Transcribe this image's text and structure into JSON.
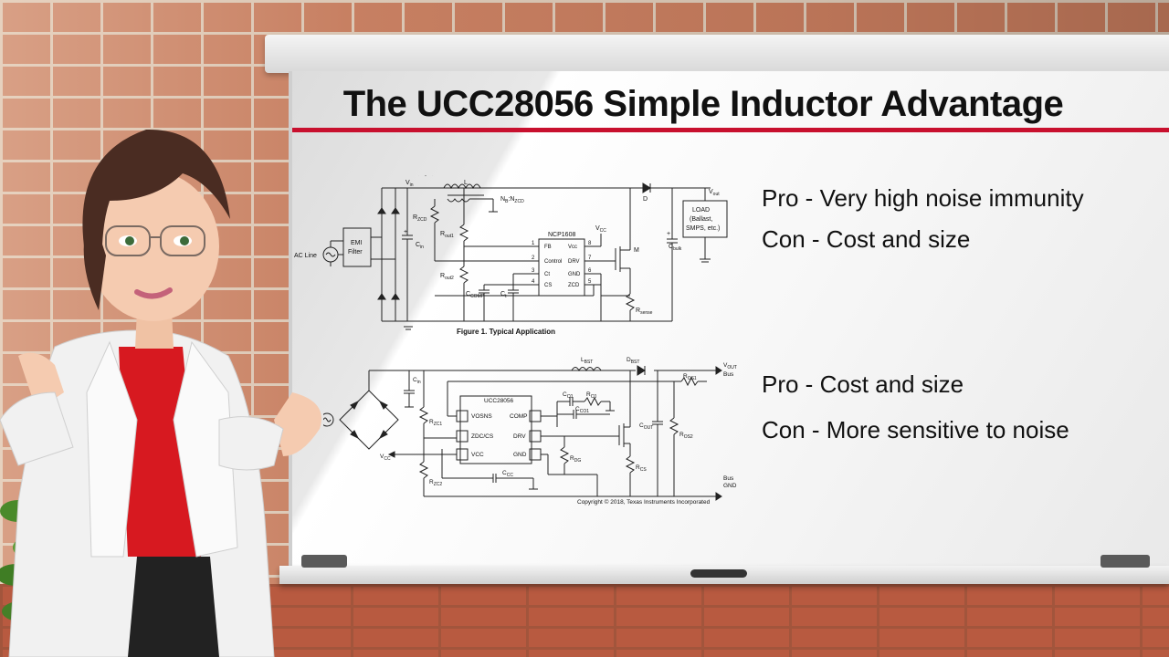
{
  "slide": {
    "title": "The UCC28056 Simple Inductor Advantage",
    "accent_color": "#c8102e"
  },
  "schematic_1": {
    "caption": "Figure 1. Typical Application",
    "labels": {
      "vin": "V",
      "vin_sub": "in",
      "inductor": "L",
      "ratio": "N",
      "ratio_b": "B",
      "ratio_rest": ":N",
      "ratio_zcd": "ZCD",
      "diode": "D",
      "vout": "V",
      "vout_sub": "out",
      "load_1": "LOAD",
      "load_2": "(Ballast,",
      "load_3": "SMPS, etc.)",
      "rzcd": "R",
      "rzcd_sub": "ZCD",
      "cin": "C",
      "cin_sub": "in",
      "ac_line": "AC Line",
      "emi_1": "EMI",
      "emi_2": "Filter",
      "rout1": "R",
      "rout1_sub": "out1",
      "rout2": "R",
      "rout2_sub": "out2",
      "ccomp": "C",
      "ccomp_sub": "COMP",
      "ct": "C",
      "ct_sub": "t",
      "ic": "NCP1608",
      "vcc": "V",
      "vcc_sub": "CC",
      "mosfet": "M",
      "cbulk": "C",
      "cbulk_sub": "bulk",
      "rsense": "R",
      "rsense_sub": "sense",
      "pins_left": [
        "FB",
        "Control",
        "Ct",
        "CS"
      ],
      "pins_right": [
        "Vcc",
        "DRV",
        "GND",
        "ZCD"
      ],
      "pin_nums_left": [
        "1",
        "2",
        "3",
        "4"
      ],
      "pin_nums_right": [
        "8",
        "7",
        "6",
        "5"
      ],
      "plus1": "+",
      "plus2": "+"
    }
  },
  "schematic_2": {
    "copyright": "Copyright © 2018, Texas Instruments Incorporated",
    "labels": {
      "lbst": "L",
      "lbst_sub": "BST",
      "dbst": "D",
      "dbst_sub": "BST",
      "vout": "V",
      "vout_sub": "OUT",
      "bus": "Bus",
      "bus_gnd_1": "Bus",
      "bus_gnd_2": "GND",
      "rds1": "R",
      "rds1_sub": "OS1",
      "rds2": "R",
      "rds2_sub": "OS2",
      "cout": "C",
      "cout_sub": "OUT",
      "cin": "C",
      "cin_sub": "in",
      "ic": "UCC28056",
      "pins_left": [
        "VOSNS",
        "ZDC/CS",
        "VCC"
      ],
      "pins_right": [
        "COMP",
        "DRV",
        "GND"
      ],
      "cc0": "C",
      "cc0_sub": "C0",
      "rc0": "R",
      "rc0_sub": "C0",
      "cc1": "C",
      "cc1_sub": "CO1",
      "rzc1": "R",
      "rzc1_sub": "ZC1",
      "rzc2": "R",
      "rzc2_sub": "ZC2",
      "rdg": "R",
      "rdg_sub": "DG",
      "rcs": "R",
      "rcs_sub": "CS",
      "ccc": "C",
      "ccc_sub": "CC",
      "vcc": "V",
      "vcc_sub": "CC"
    }
  },
  "points": {
    "pro_1": "Pro - Very high noise immunity",
    "con_1": "Con - Cost and size",
    "pro_2": "Pro - Cost and size",
    "con_2": "Con - More sensitive to noise"
  }
}
